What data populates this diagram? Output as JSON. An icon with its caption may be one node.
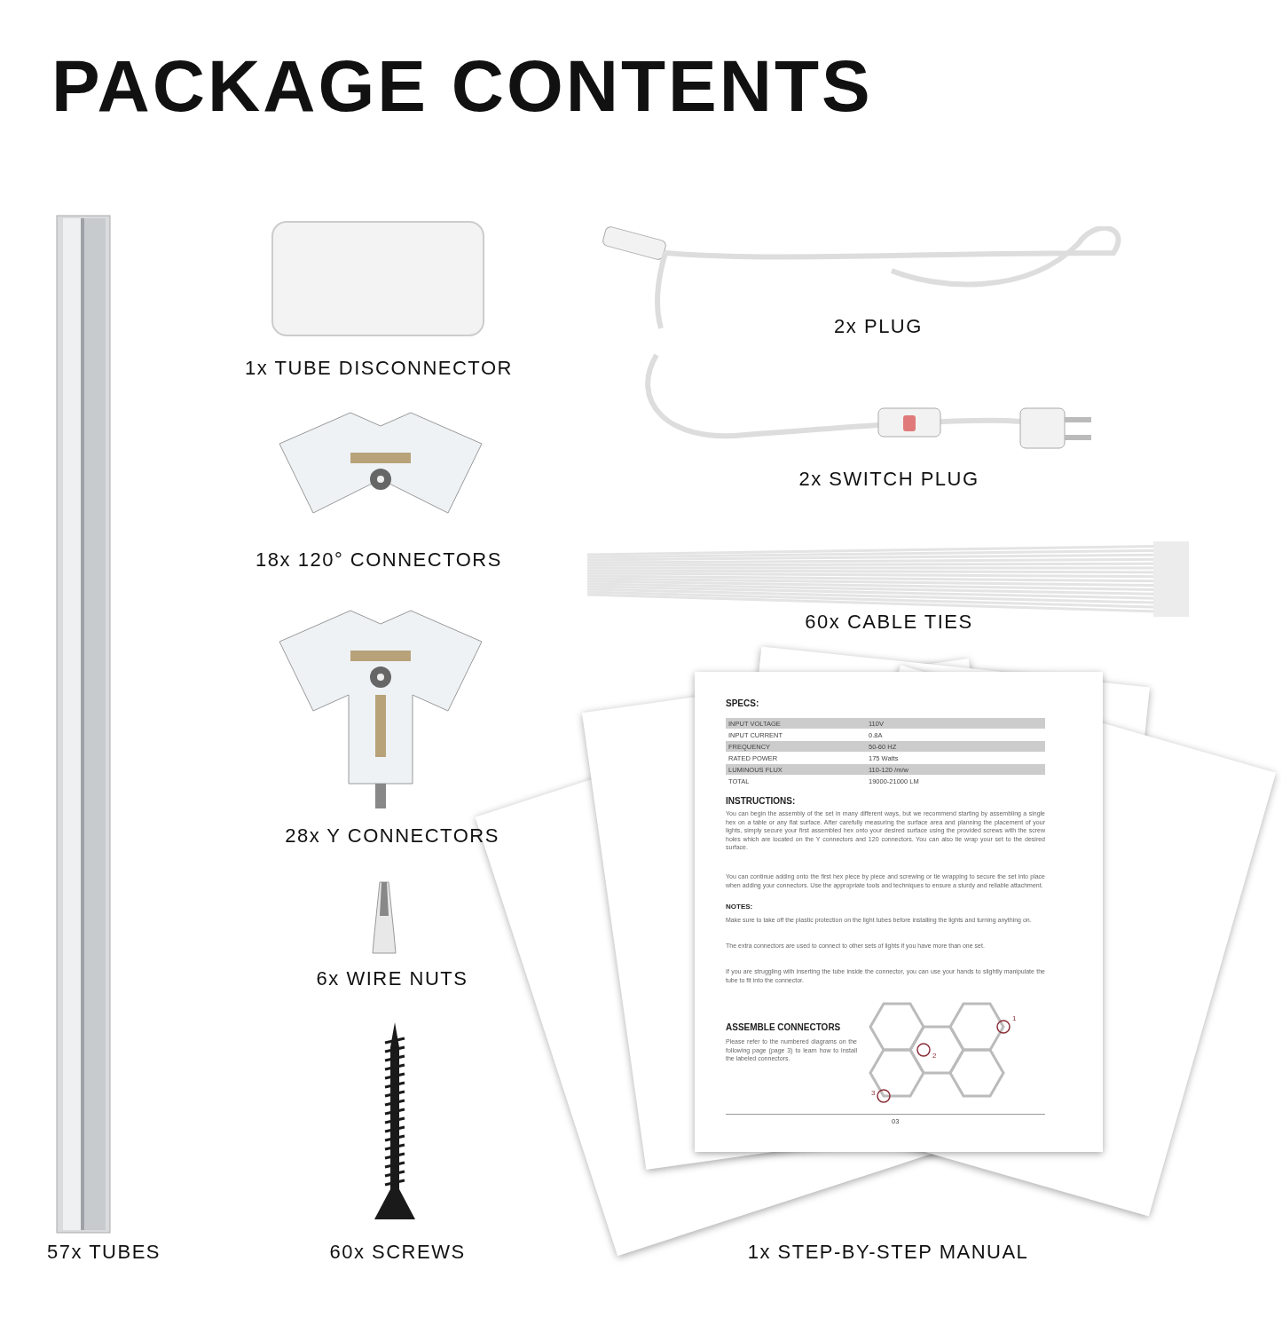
{
  "diagram": {
    "title": "PACKAGE CONTENTS",
    "labels": [
      "1x TUBE DISCONNECTOR",
      "2x PLUG",
      "2x SWITCH PLUG",
      "18x 120° CONNECTORS",
      "60x CABLE TIES",
      "28x Y CONNECTORS",
      "SPECS:",
      "INPUT VOLTAGE",
      "110V",
      "INPUT CURRENT",
      "0.8A",
      "FREQUENCY",
      "50-60 HZ",
      "RATED POWER",
      "175 Watts",
      "LUMINOUS FLUX",
      "110-120 /m/w",
      "TOTAL",
      "19000-21000 LM",
      "INSTRUCTIONS:",
      "You can begin the assembly of the set in many different ways, but we recommend starting by assembling a single hex on a table or any flat surface. After carefully measuring the surface area and planning the placement of your lights, simply secure your first assembled hex onto your desired surface using the provided screws with the screw holes which are located on the Y connectors and 120 connectors. You can also tie wrap your set to the desired surface.",
      "You can continue adding onto the first hex piece by piece and screwing or tie wrapping to secure the set into place when adding your connectors. Use the appropriate tools and techniques to ensure a sturdy and reliable attachment.",
      "NOTES:",
      "Make sure to take off the plastic protection on the light tubes before installing the lights and turning anything on.",
      "The extra connectors are used to connect to other sets of lights if you have more than one set.",
      "If you are struggling with inserting the tube inside the connector, you can use your hands to slightly manipulate the tube to fit into the connector.",
      "ASSEMBLE CONNECTORS",
      "Please refer to the numbered diagrams on the following page (page 3) to learn how to install the labeled connectors.",
      "1",
      "2",
      "3",
      "03",
      "6x WIRE NUTS",
      "57x TUBES",
      "60x SCREWS",
      "1x STEP-BY-STEP MANUAL"
    ]
  }
}
